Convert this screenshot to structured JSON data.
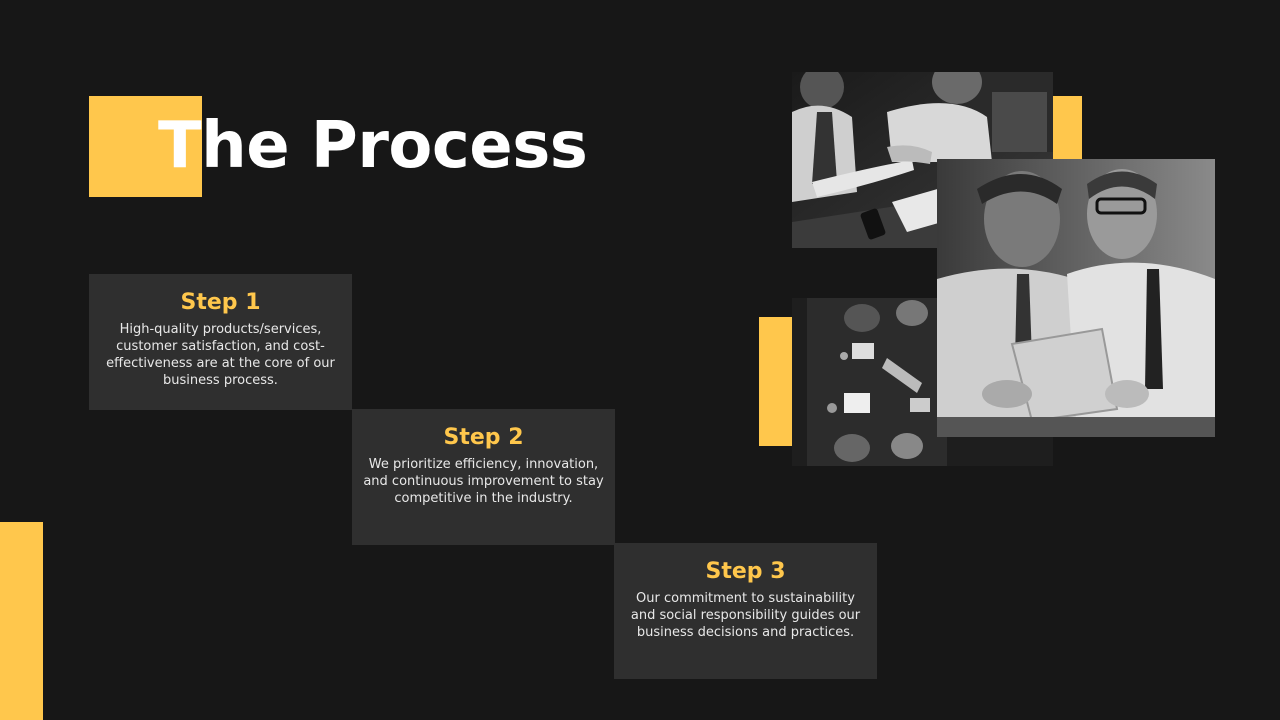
{
  "slide": {
    "title": "The Process"
  },
  "steps": [
    {
      "title": "Step 1",
      "body": "High-quality products/services, customer satisfaction, and cost-effectiveness are at the core of our business process."
    },
    {
      "title": "Step 2",
      "body": "We prioritize efficiency, innovation, and continuous improvement to stay competitive in the industry."
    },
    {
      "title": "Step 3",
      "body": "Our commitment to sustainability and social responsibility guides our business decisions and practices."
    }
  ],
  "colors": {
    "background": "#171717",
    "accent": "#FFC74C",
    "card": "#2f2f2f"
  },
  "images": [
    {
      "icon": "handshake-meeting-photo"
    },
    {
      "icon": "team-table-overhead-photo"
    },
    {
      "icon": "two-men-tablet-photo"
    }
  ]
}
